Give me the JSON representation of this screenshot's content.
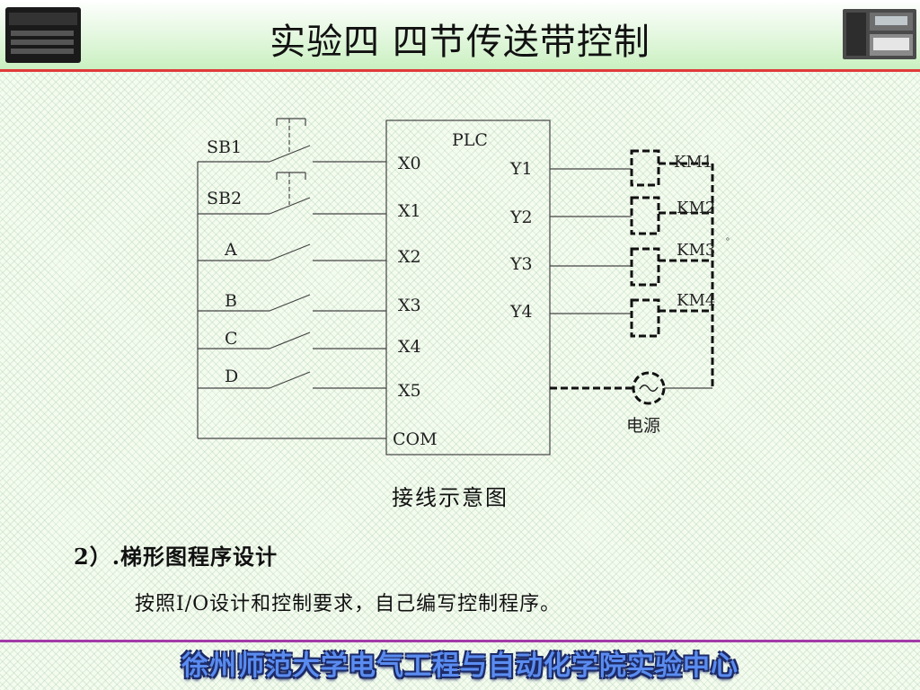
{
  "slide": {
    "title": "实验四  四节传送带控制",
    "diagram": {
      "plc_label": "PLC",
      "input_terminals": [
        "X0",
        "X1",
        "X2",
        "X3",
        "X4",
        "X5"
      ],
      "com_label": "COM",
      "output_terminals": [
        "Y1",
        "Y2",
        "Y3",
        "Y4"
      ],
      "switch_labels": [
        "SB1",
        "SB2",
        "A",
        "B",
        "C",
        "D"
      ],
      "coil_labels": [
        "KM1",
        "KM2",
        "KM3",
        "KM4"
      ],
      "power_label": "电源",
      "note_mark": "。"
    },
    "caption": "接线示意图",
    "section_title": "2）.梯形图程序设计",
    "section_body": "按照I/O设计和控制要求，自己编写控制程序。",
    "footer": "徐州师范大学电气工程与自动化学院实验中心"
  },
  "colors": {
    "header_rule": "#e03a3a",
    "footer_rule": "#a33aa8",
    "footer_text": "#5a8cf0"
  }
}
